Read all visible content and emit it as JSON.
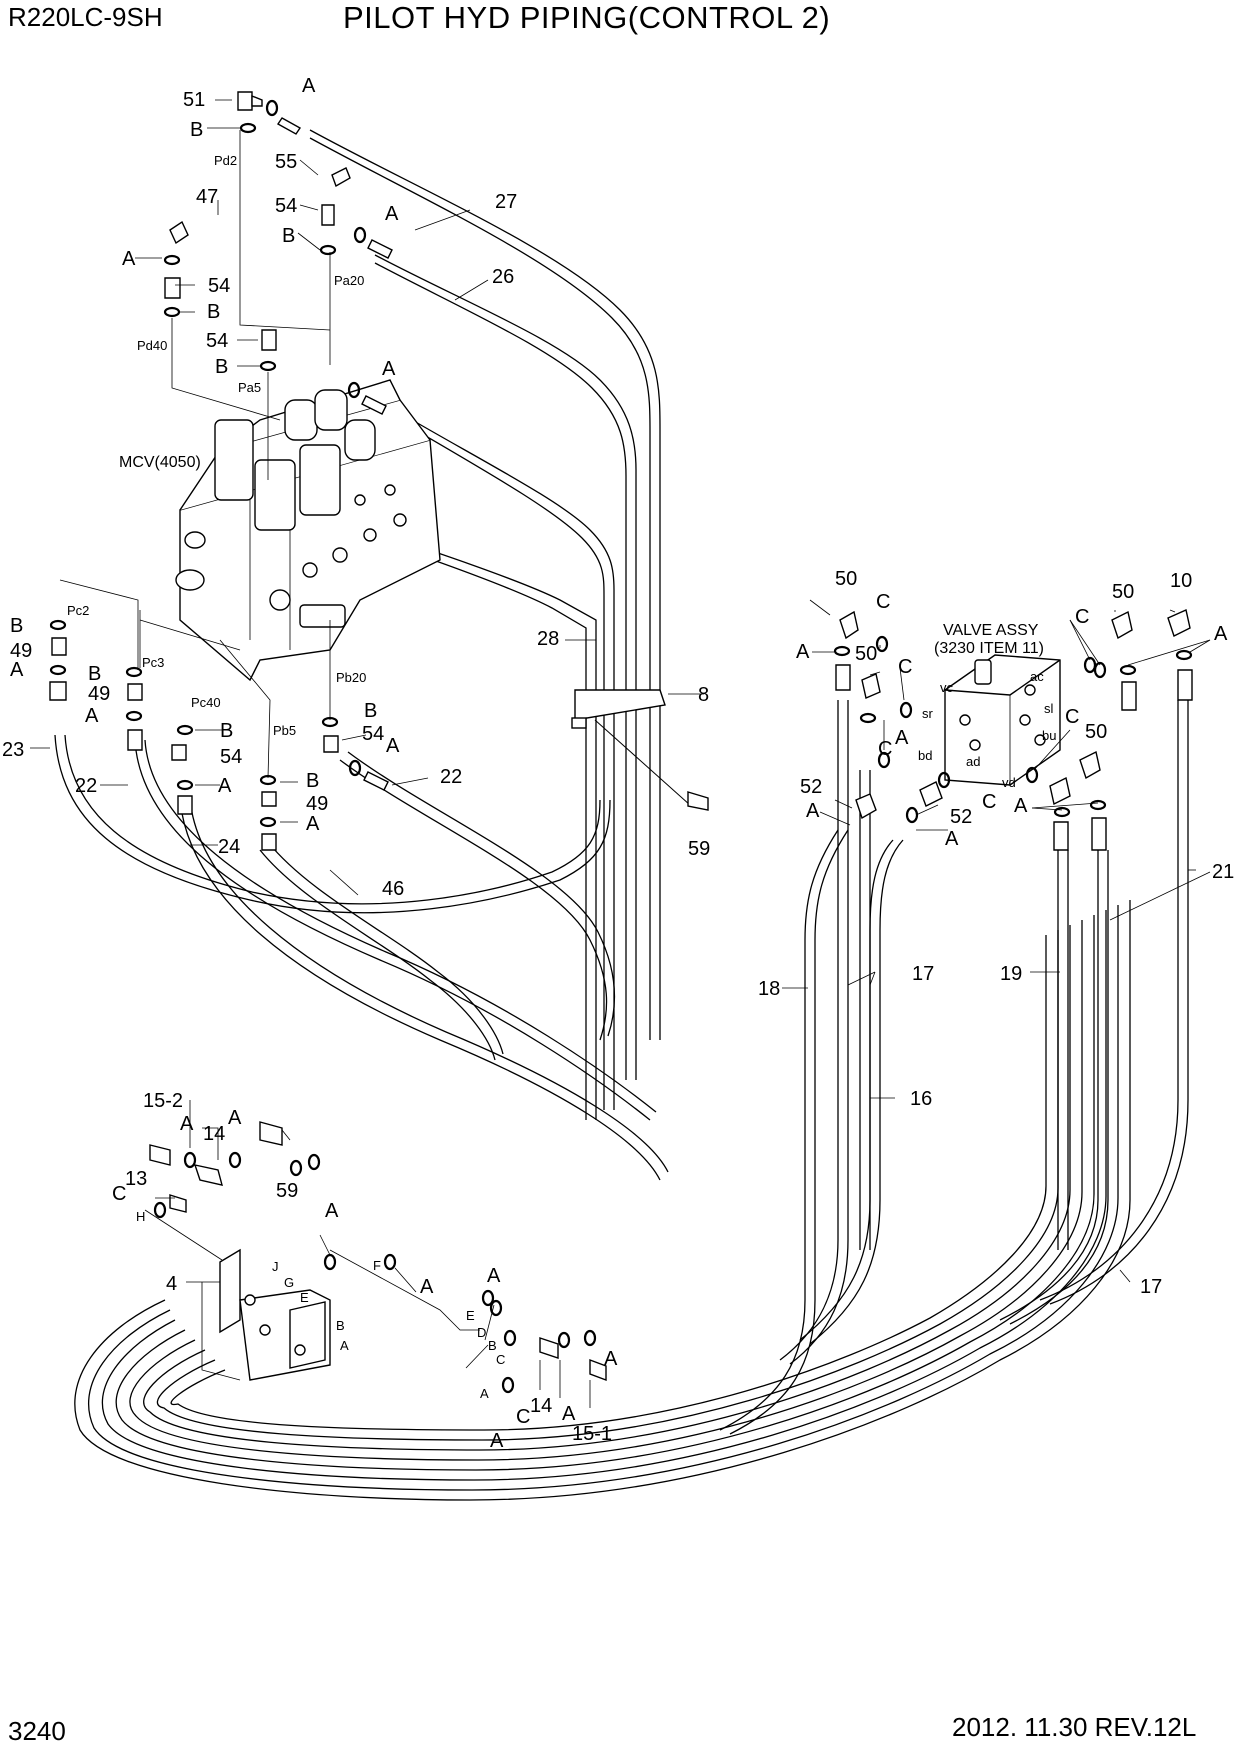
{
  "header": {
    "model": "R220LC-9SH",
    "title": "PILOT HYD PIPING(CONTROL 2)"
  },
  "footer": {
    "page_number": "3240",
    "date_revision": "2012. 11.30  REV.12L"
  },
  "assemblies": {
    "mcv": "MCV(4050)",
    "valve_assy_line1": "VALVE ASSY",
    "valve_assy_line2": "(3230 ITEM 11)"
  },
  "ports": {
    "pd2": "Pd2",
    "pa20": "Pa20",
    "pd40": "Pd40",
    "pa5": "Pa5",
    "pc2": "Pc2",
    "pc3": "Pc3",
    "pc40": "Pc40",
    "pb20": "Pb20",
    "pb5": "Pb5",
    "vc": "vc",
    "ac": "ac",
    "sr": "sr",
    "sl": "sl",
    "bd": "bd",
    "bu": "bu",
    "ad": "ad",
    "vd": "vd",
    "h": "H",
    "j": "J",
    "g": "G",
    "e": "E",
    "f": "F",
    "e2": "E",
    "d": "D",
    "c": "C",
    "b": "B",
    "a": "A",
    "b2": "B",
    "a2": "A"
  },
  "callouts": {
    "p51": "51",
    "p55": "55",
    "p54a": "54",
    "p47": "47",
    "p54b": "54",
    "p54c": "54",
    "p27": "27",
    "p26": "26",
    "p28": "28",
    "p8": "8",
    "p59a": "59",
    "p49a": "49",
    "p49b": "49",
    "p23": "23",
    "p22a": "22",
    "p24": "24",
    "p54d": "54",
    "p49c": "49",
    "p46": "46",
    "p54e": "54",
    "p22b": "22",
    "p50a": "50",
    "p50b": "50",
    "p50c": "50",
    "p10": "10",
    "p50d": "50",
    "p52a": "52",
    "p52b": "52",
    "p21": "21",
    "p18": "18",
    "p17a": "17",
    "p19": "19",
    "p16": "16",
    "p17b": "17",
    "p15_2": "15-2",
    "p14a": "14",
    "p13": "13",
    "p59b": "59",
    "p4": "4",
    "p14b": "14",
    "p15_1": "15-1"
  },
  "seal_labels": {
    "a": "A",
    "b": "B",
    "c": "C"
  }
}
